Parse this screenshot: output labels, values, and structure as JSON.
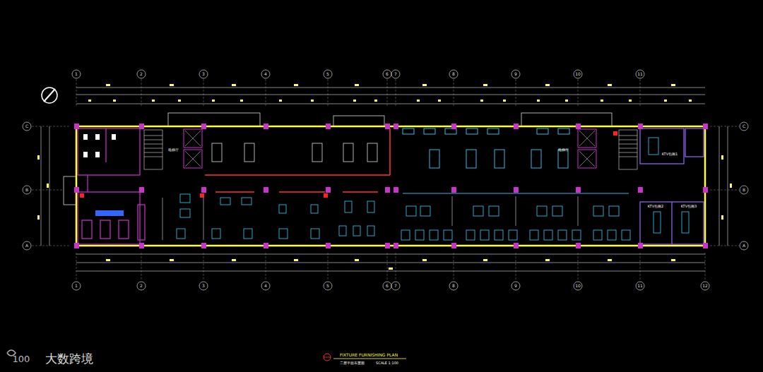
{
  "diagram": {
    "caption": "FIXTURE FURNISHING PLAN",
    "labels": [
      "1",
      "2",
      "3",
      "4",
      "5",
      "6",
      "7",
      "8",
      "9",
      "10",
      "11",
      "1",
      "2",
      "3",
      "4",
      "5",
      "6",
      "7",
      "8",
      "9",
      "10",
      "11",
      "12",
      "C",
      "B",
      "A",
      "C",
      "B",
      "A",
      "电梯厅",
      "电梯厅",
      "KTV包厢1",
      "KTV包厢2",
      "KTV包厢3",
      "二层平面布置图",
      "SCALE 1:100",
      "100",
      "大数跨境"
    ]
  }
}
